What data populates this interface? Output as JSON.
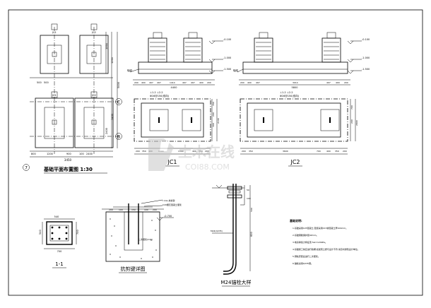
{
  "titles": {
    "plan": "基础平面布置图 1:30",
    "jc1": "JC1",
    "jc2": "JC2",
    "section11": "1-1",
    "shear_key": "抗剪键详图",
    "anchor": "M24锚栓大样"
  },
  "axes": {
    "axis_7": "7",
    "axis_b": "B",
    "axis_c": "C"
  },
  "plan": {
    "dims_horizontal": [
      "500",
      "500",
      "800",
      "1200",
      "900",
      "100",
      "2400"
    ],
    "overall_width": "3450",
    "dims_vertical": [
      "1064",
      "1264",
      "5000",
      "2400",
      "2400"
    ],
    "column_tags": [
      "JC1",
      "JC2",
      "JC1",
      "JC2"
    ]
  },
  "jc1": {
    "elevations": [
      "-0.100",
      "-1.500",
      "-1.000"
    ],
    "callout": "轴线",
    "top_dims": [
      "200",
      "400",
      "497",
      "497",
      "1414",
      "497",
      "497",
      "400",
      "200"
    ],
    "overall": "4400",
    "bottom_dims": [
      "200",
      "350",
      "400",
      "1300",
      "1300",
      "400",
      "350",
      "200"
    ],
    "side_dims": [
      "700",
      "200",
      "300",
      "2100"
    ],
    "rebar_note": "⊥1-2 ⊥2-2",
    "rebar_spec": "Φ16@150(双向)"
  },
  "jc2": {
    "elevations": [
      "-0.100",
      "-1.500",
      "-1.000"
    ],
    "callout": "轴线",
    "top_dims": [
      "200",
      "400",
      "497",
      "3014",
      "497",
      "400",
      "200"
    ],
    "overall": "5800",
    "bottom_dims": [
      "200",
      "350",
      "3600",
      "700",
      "400",
      "350",
      "200"
    ],
    "side_dims": [
      "700",
      "200",
      "2800"
    ],
    "rebar_note": "⊥1-2 ⊥2-2",
    "rebar_spec": "Φ16@150(双向)"
  },
  "section": {
    "dims": [
      "540",
      "700",
      "700",
      "540"
    ]
  },
  "shear": {
    "labels": [
      "I 14a 抗剪键",
      "C20细石混凝土灌浆",
      "二次灌浆(C20)",
      "-0.700"
    ],
    "dims": [
      "200",
      "100",
      "150",
      "100",
      "200"
    ]
  },
  "anchor": {
    "dims": [
      "50",
      "100",
      "500",
      "600"
    ],
    "label": "M24(Q235)"
  },
  "notes": {
    "title": "基础说明:",
    "items": [
      "1.基础采用C25混凝土,垫层采用C15素混凝土厚100mm。",
      "2.基础钢筋保护层40mm。",
      "3.地基承载力特征值 fak=120kPa。",
      "4.基础施工前应进行验槽,如发现土质与设计不符,请及时通知设计单位。",
      "5.钢柱安装后进行二次灌浆。",
      "6.锚栓采用Q235钢。"
    ]
  },
  "watermark": {
    "brand": "土木在线",
    "site": "COI88.COM"
  }
}
